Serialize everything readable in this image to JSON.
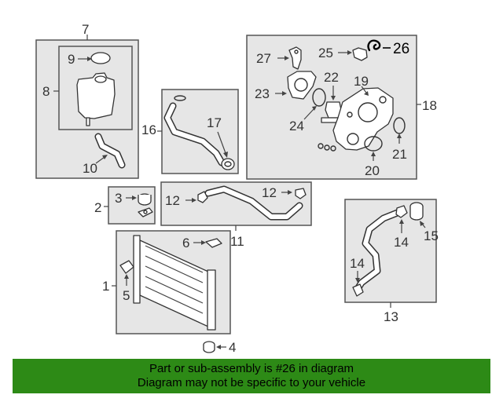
{
  "labels": {
    "l1": "1",
    "l2": "2",
    "l3": "3",
    "l4": "4",
    "l5": "5",
    "l6": "6",
    "l7": "7",
    "l8": "8",
    "l9": "9",
    "l10": "10",
    "l11": "11",
    "l12a": "12",
    "l12b": "12",
    "l13": "13",
    "l14a": "14",
    "l14b": "14",
    "l15": "15",
    "l16": "16",
    "l17": "17",
    "l18": "18",
    "l19": "19",
    "l20": "20",
    "l21": "21",
    "l22": "22",
    "l23": "23",
    "l24": "24",
    "l25": "25",
    "l26": "26",
    "l27": "27"
  },
  "highlight_part": "26",
  "banner": {
    "line1": "Part or sub-assembly is #26 in diagram",
    "line2": "Diagram may not be specific to your vehicle"
  },
  "colors": {
    "banner": "#2d8a16",
    "box_fill": "#e6e6e6"
  }
}
